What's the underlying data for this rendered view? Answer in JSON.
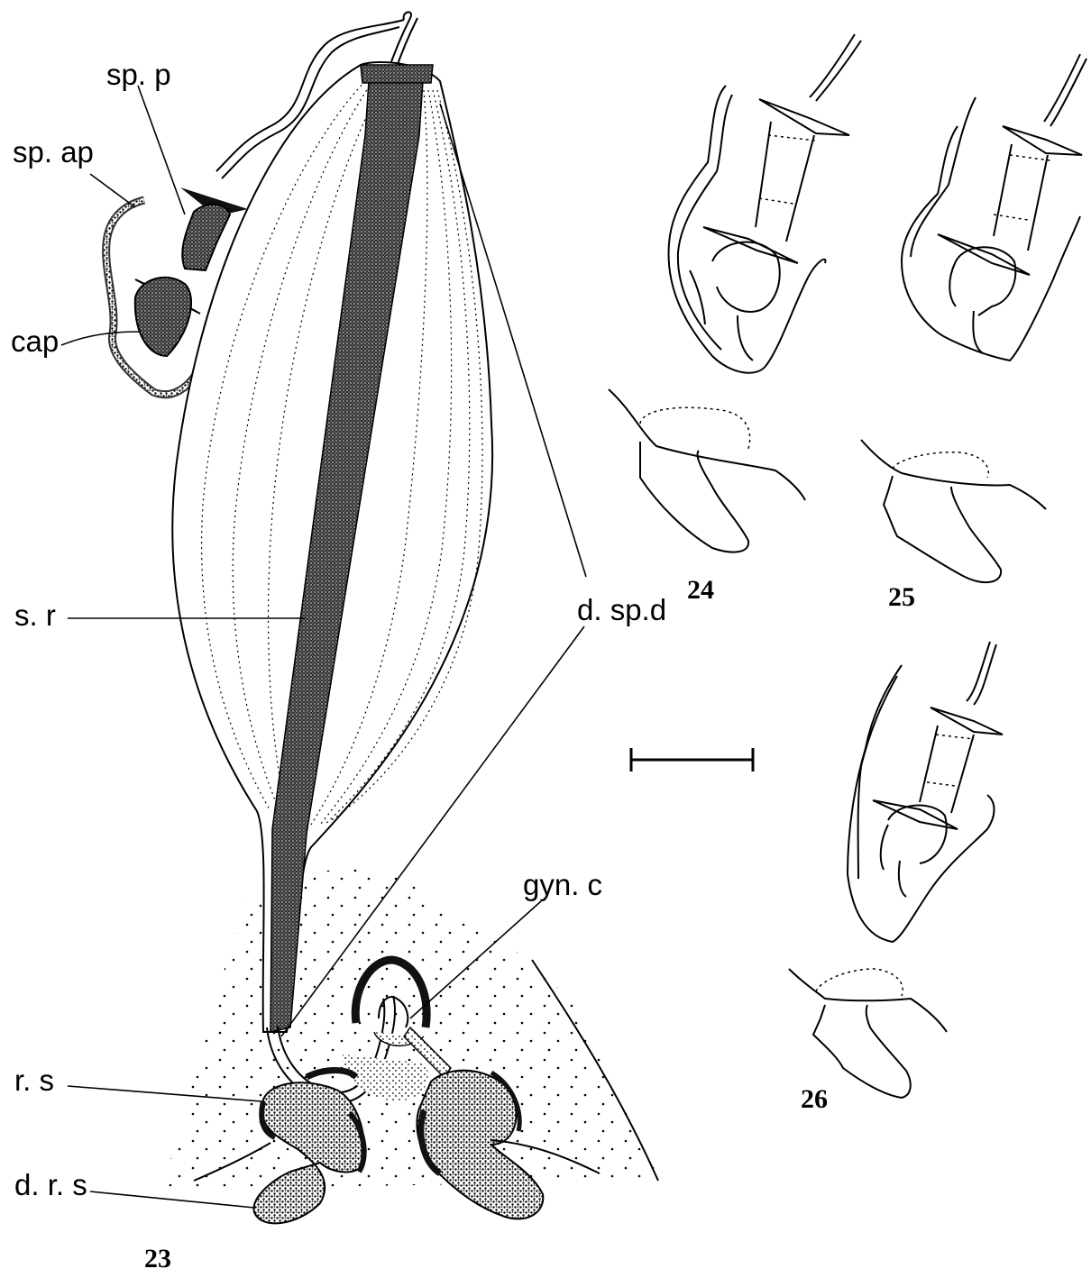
{
  "labels": {
    "sp_p": "sp. p",
    "sp_ap": "sp. ap",
    "cap": "cap",
    "s_r": "s. r",
    "d_sp_d": "d. sp.d",
    "gyn_c": "gyn. c",
    "r_s": "r. s",
    "d_r_s": "d. r. s"
  },
  "figures": {
    "fig23": "23",
    "fig24": "24",
    "fig25": "25",
    "fig26": "26"
  }
}
